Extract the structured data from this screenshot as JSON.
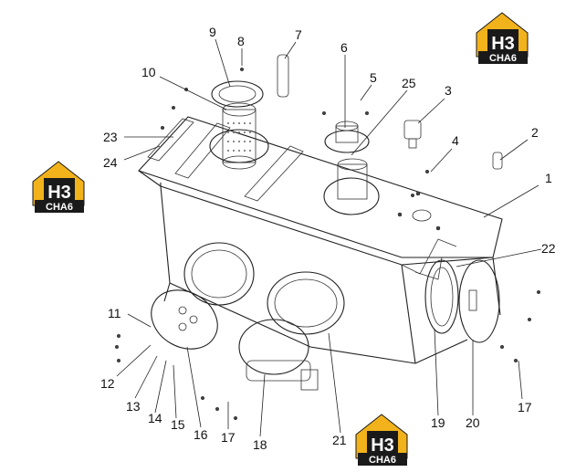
{
  "logo": {
    "main_text": "H3",
    "sub_text": "CHA6",
    "colors": {
      "house": "#f2b21b",
      "dark": "#1a1a1a",
      "light": "#ffffff"
    }
  },
  "callouts": [
    "1",
    "2",
    "3",
    "4",
    "5",
    "6",
    "7",
    "8",
    "9",
    "10",
    "11",
    "12",
    "13",
    "14",
    "15",
    "16",
    "17",
    "17",
    "18",
    "19",
    "20",
    "21",
    "22",
    "23",
    "24",
    "25"
  ]
}
